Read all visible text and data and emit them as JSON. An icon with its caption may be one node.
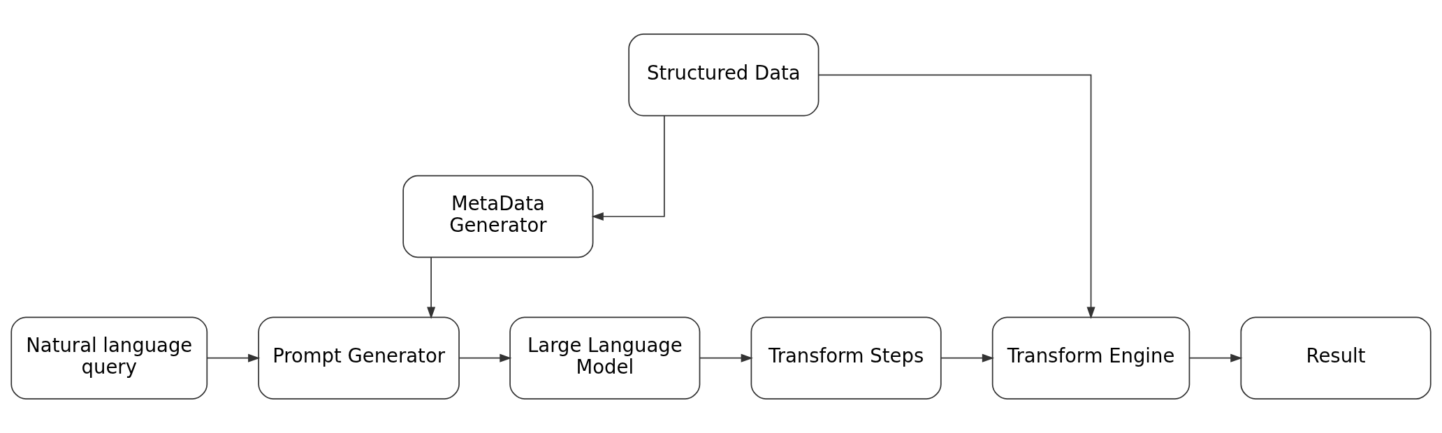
{
  "diagram": {
    "nodes": [
      {
        "text": [
          "Structured Data"
        ]
      },
      {
        "text": [
          "MetaData Generator"
        ]
      },
      {
        "text": [
          "Natural language query"
        ]
      },
      {
        "text": [
          "Prompt Generator"
        ]
      },
      {
        "text": [
          "Large Language Model"
        ]
      },
      {
        "text": [
          "Transform Steps"
        ]
      },
      {
        "text": [
          "Transform Engine"
        ]
      },
      {
        "text": [
          "Result"
        ]
      }
    ],
    "edges": [
      {
        "from": 0,
        "to": 1,
        "arrow": "to"
      },
      {
        "from": 0,
        "to": 6,
        "arrow": "to"
      },
      {
        "from": 1,
        "to": 3,
        "arrow": "to"
      },
      {
        "from": 2,
        "to": 3,
        "arrow": "to"
      },
      {
        "from": 3,
        "to": 4,
        "arrow": "to"
      },
      {
        "from": 4,
        "to": 5,
        "arrow": "to"
      },
      {
        "from": 5,
        "to": 6,
        "arrow": "to"
      },
      {
        "from": 6,
        "to": 7,
        "arrow": "to"
      }
    ]
  }
}
